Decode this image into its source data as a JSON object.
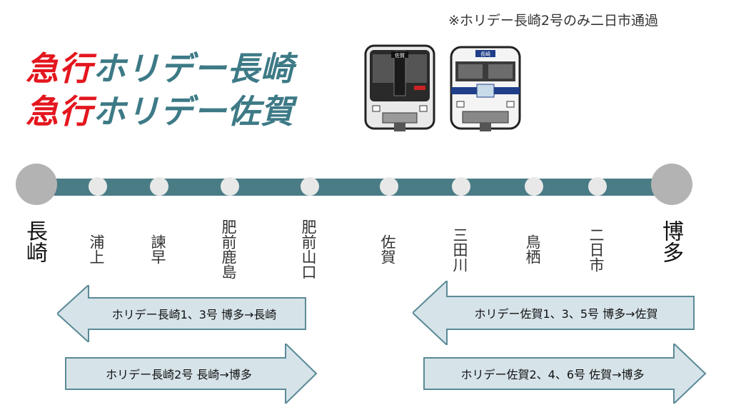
{
  "note": "※ホリデー長崎2号のみ二日市通過",
  "titles": [
    {
      "kind": "急行",
      "name": "ホリデー長崎"
    },
    {
      "kind": "急行",
      "name": "ホリデー佐賀"
    }
  ],
  "colors": {
    "kind": "#e4161e",
    "name": "#3d7a86",
    "line": "#4a7c86",
    "terminal": "#b3b3b3",
    "stop": "#e8e8e8",
    "arrow_fill": "#d6e3e9",
    "arrow_stroke": "#5a8a96"
  },
  "stations": [
    {
      "name": "長崎",
      "terminal": true
    },
    {
      "name": "浦上",
      "terminal": false
    },
    {
      "name": "諫早",
      "terminal": false
    },
    {
      "name": "肥前鹿島",
      "terminal": false
    },
    {
      "name": "肥前山口",
      "terminal": false
    },
    {
      "name": "佐賀",
      "terminal": false
    },
    {
      "name": "三田川",
      "terminal": false
    },
    {
      "name": "鳥栖",
      "terminal": false
    },
    {
      "name": "二日市",
      "terminal": false
    },
    {
      "name": "博多",
      "terminal": true
    }
  ],
  "services": [
    {
      "label": "ホリデー長崎1、3号 博多→長崎",
      "direction": "left"
    },
    {
      "label": "ホリデー長崎2号 長崎→博多",
      "direction": "right"
    },
    {
      "label": "ホリデー佐賀1、3、5号 博多→佐賀",
      "direction": "left"
    },
    {
      "label": "ホリデー佐賀2、4、6号 佐賀→博多",
      "direction": "right"
    }
  ],
  "trains": [
    {
      "icon": "train-type-815-icon",
      "destination": "佐賀"
    },
    {
      "icon": "train-type-713-icon",
      "destination": "長崎"
    }
  ]
}
